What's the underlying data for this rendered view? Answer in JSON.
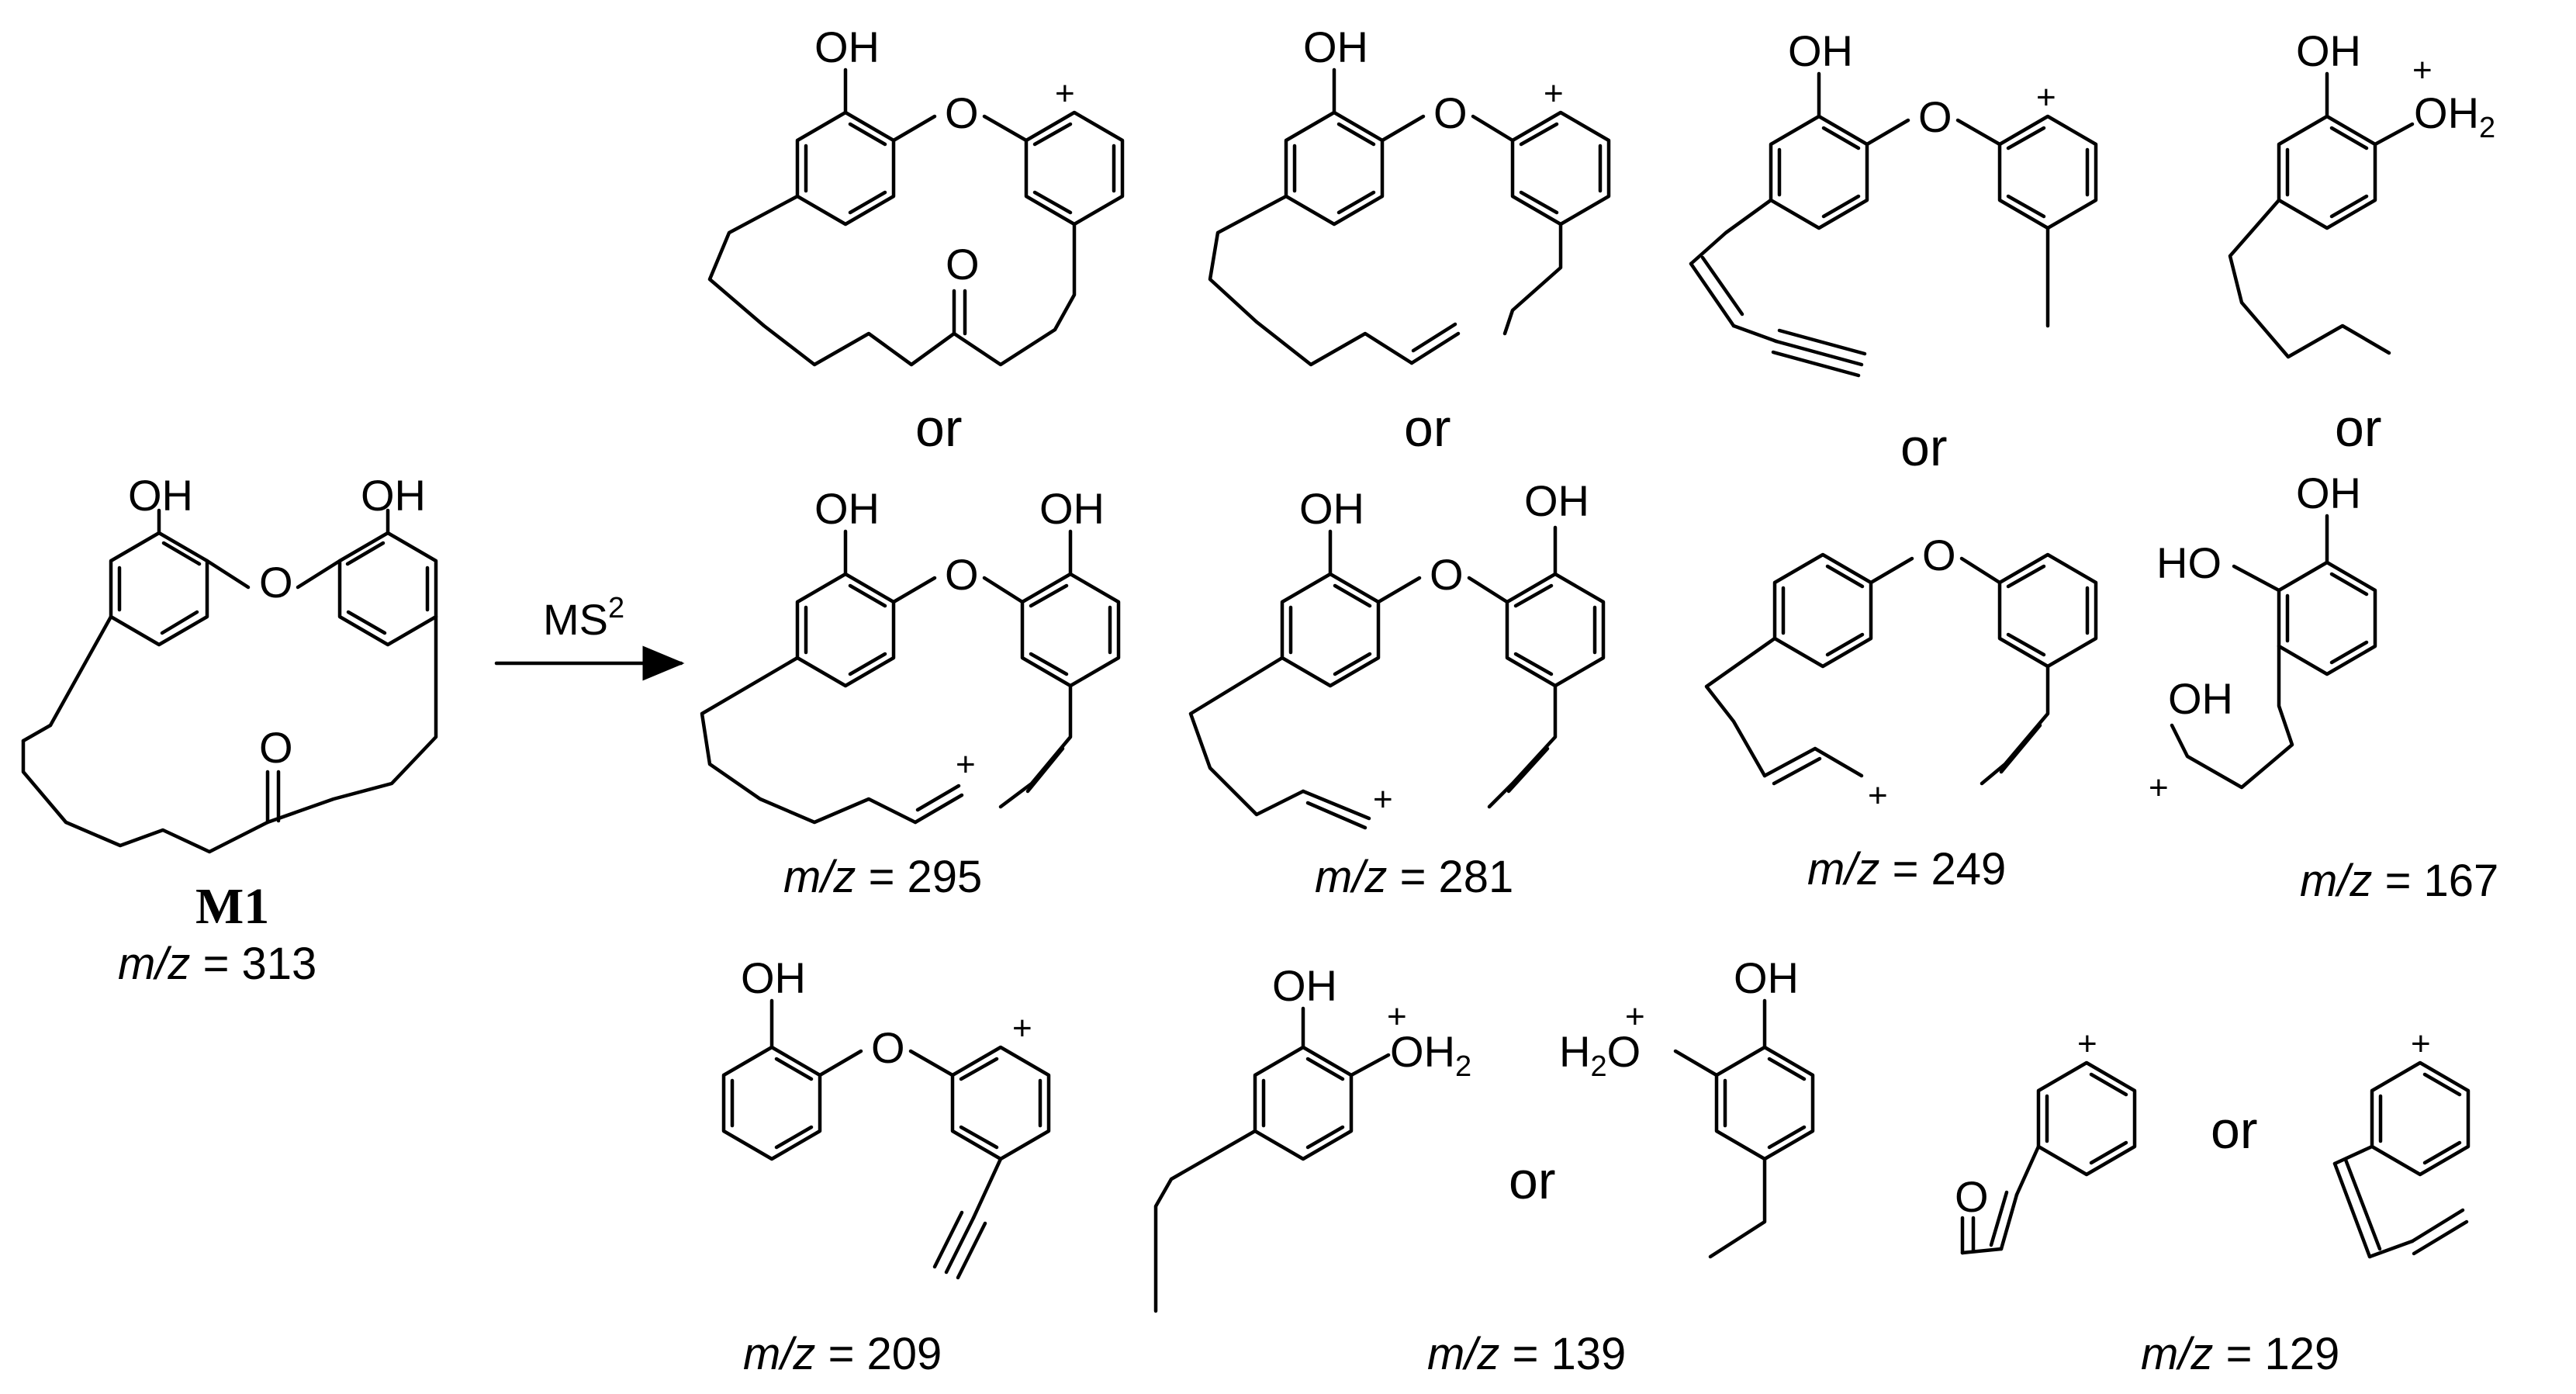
{
  "reaction_arrow": {
    "label": "MS",
    "label_superscript": "2"
  },
  "parent": {
    "name": "M1",
    "mz_prefix": "m/z",
    "mz_value": "= 313",
    "oh_left": "OH",
    "oh_right": "OH",
    "ring_o": "O",
    "keto_o": "O"
  },
  "labels": {
    "or": "or",
    "plus": "+",
    "oh": "OH",
    "ho": "HO",
    "o": "O",
    "h": "H",
    "h2o_h": "H",
    "h2o_o": "O",
    "h2_sub": "2"
  },
  "fragments": [
    {
      "id": "f295",
      "mz_prefix": "m/z",
      "mz_value": "= 295"
    },
    {
      "id": "f281",
      "mz_prefix": "m/z",
      "mz_value": "= 281"
    },
    {
      "id": "f249",
      "mz_prefix": "m/z",
      "mz_value": "= 249"
    },
    {
      "id": "f167",
      "mz_prefix": "m/z",
      "mz_value": "= 167"
    },
    {
      "id": "f209",
      "mz_prefix": "m/z",
      "mz_value": "= 209"
    },
    {
      "id": "f139",
      "mz_prefix": "m/z",
      "mz_value": "= 139"
    },
    {
      "id": "f129",
      "mz_prefix": "m/z",
      "mz_value": "= 129"
    }
  ]
}
